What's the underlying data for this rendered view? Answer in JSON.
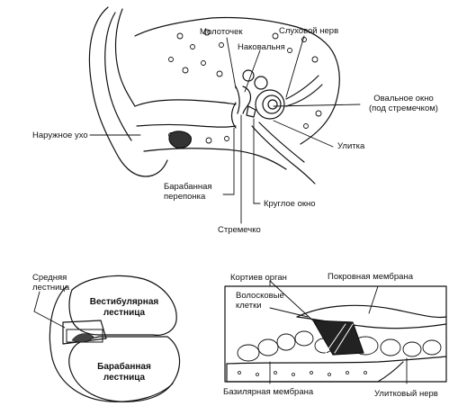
{
  "ear_labels": {
    "malleus": "Молоточек",
    "auditory_nerve": "Слуховой нерв",
    "incus": "Наковальня",
    "oval_window_line1": "Овальное окно",
    "oval_window_line2": "(под стремечком)",
    "outer_ear": "Наружное ухо",
    "cochlea": "Улитка",
    "eardrum_line1": "Барабанная",
    "eardrum_line2": "перепонка",
    "round_window": "Круглое окно",
    "stapes": "Стремечко"
  },
  "section_labels": {
    "scala_media_line1": "Средняя",
    "scala_media_line2": "лестница",
    "scala_vestibuli_line1": "Вестибулярная",
    "scala_vestibuli_line2": "лестница",
    "scala_tympani_line1": "Барабанная",
    "scala_tympani_line2": "лестница"
  },
  "organ_labels": {
    "organ_of_corti": "Кортиев орган",
    "tectorial_membrane": "Покровная мембрана",
    "hair_cells_line1": "Волосковые",
    "hair_cells_line2": "клетки",
    "basilar_membrane": "Базилярная мембрана",
    "cochlear_nerve": "Улитковый нерв"
  }
}
